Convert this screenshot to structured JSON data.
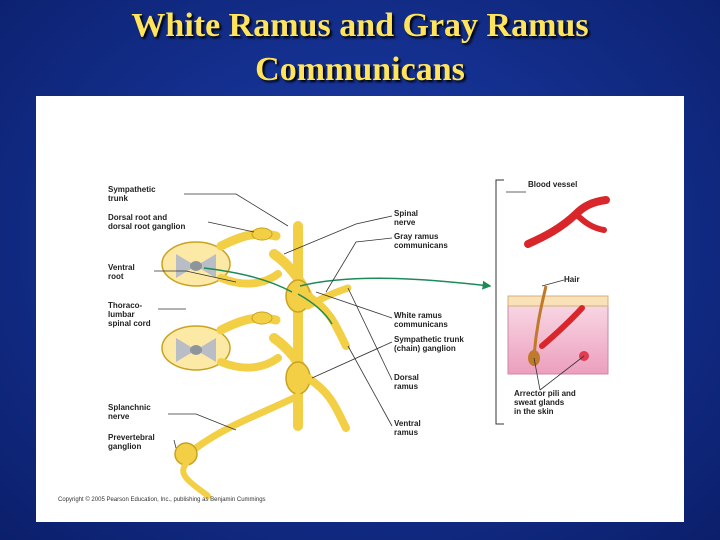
{
  "slide": {
    "title_line1": "White Ramus and Gray Ramus",
    "title_line2": "Communicans"
  },
  "figure": {
    "labels_left": {
      "sympathetic_trunk_1": "Sympathetic",
      "sympathetic_trunk_2": "trunk",
      "dorsal_root_1": "Dorsal root and",
      "dorsal_root_2": "dorsal root ganglion",
      "ventral_root_1": "Ventral",
      "ventral_root_2": "root",
      "thoracolumbar_1": "Thoraco-",
      "thoracolumbar_2": "lumbar",
      "thoracolumbar_3": "spinal cord",
      "splanchnic_1": "Splanchnic",
      "splanchnic_2": "nerve",
      "prevertebral_1": "Prevertebral",
      "prevertebral_2": "ganglion"
    },
    "labels_center": {
      "spinal_nerve_1": "Spinal",
      "spinal_nerve_2": "nerve",
      "gray_ramus_1": "Gray ramus",
      "gray_ramus_2": "communicans",
      "white_ramus_1": "White ramus",
      "white_ramus_2": "communicans",
      "chain_ganglion_1": "Sympathetic trunk",
      "chain_ganglion_2": "(chain) ganglion",
      "dorsal_ramus_1": "Dorsal",
      "dorsal_ramus_2": "ramus",
      "ventral_ramus_1": "Ventral",
      "ventral_ramus_2": "ramus"
    },
    "labels_right": {
      "blood_vessel": "Blood vessel",
      "hair": "Hair",
      "arrector_1": "Arrector pili and",
      "arrector_2": "sweat glands",
      "arrector_3": "in the skin"
    },
    "copyright": "Copyright © 2005 Pearson Education, Inc., publishing as Benjamin Cummings",
    "colors": {
      "nerve": "#f2cf45",
      "nerve_outline": "#c9a320",
      "cord_gray": "#c8ccd2",
      "fiber_green": "#1e8a57",
      "vessel_red": "#d8262a",
      "skin_pink": "#f3b8cf"
    }
  }
}
